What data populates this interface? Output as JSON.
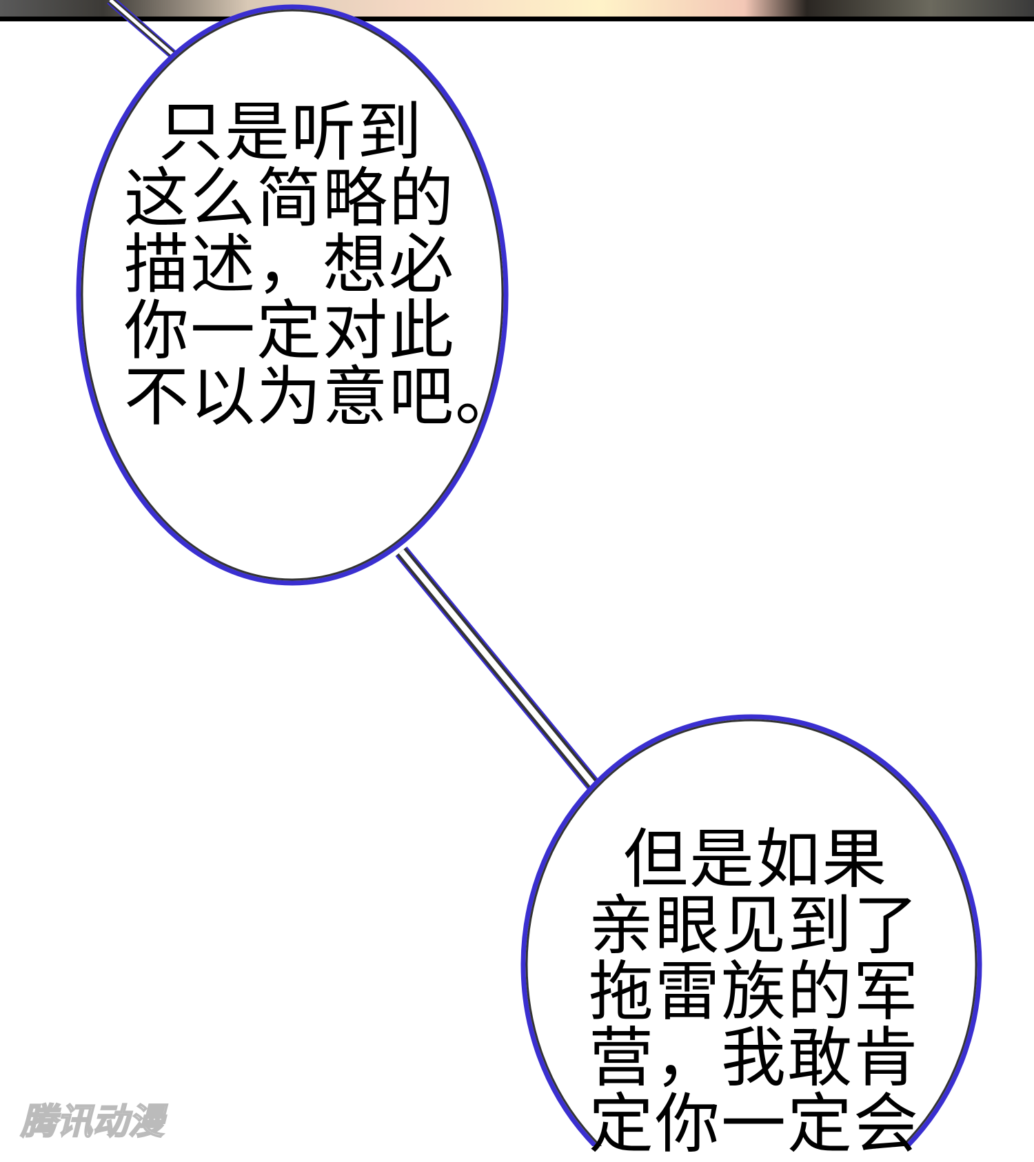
{
  "panel": {
    "bubble_1": {
      "lines": [
        "只是听到",
        "这么简略的",
        "描述，想必",
        "你一定对此",
        "不以为意吧。"
      ]
    },
    "bubble_2": {
      "lines": [
        "但是如果",
        "亲眼见到了",
        "拖雷族的军",
        "营，我敢肯",
        "定你一定会"
      ]
    },
    "watermark": "腾讯动漫",
    "colors": {
      "bubble_outline": "#3a2fd0",
      "bubble_inner_stroke": "#333333",
      "panel_border": "#000000"
    }
  }
}
